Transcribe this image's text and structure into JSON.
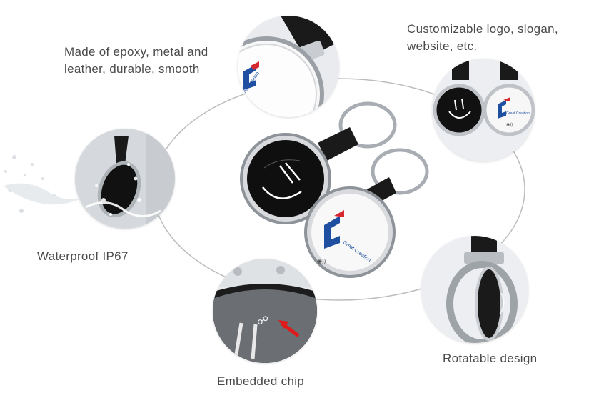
{
  "features": {
    "material": [
      "Made of epoxy, metal and",
      "leather, durable, smooth"
    ],
    "custom": [
      "Customizable logo, slogan,",
      "website, etc."
    ],
    "waterproof": "Waterproof IP67",
    "chip": "Embedded chip",
    "rotatable": "Rotatable design"
  },
  "colors": {
    "orbit": "#bdbdbd",
    "leather": "#1a1a1a",
    "metal": "#c9ccd0",
    "logo_blue": "#1f4fa0",
    "logo_red": "#d7282f",
    "arrow": "#e01a1a"
  },
  "icons": [
    "nfc-icon",
    "smiley-face",
    "company-logo",
    "red-arrow"
  ]
}
